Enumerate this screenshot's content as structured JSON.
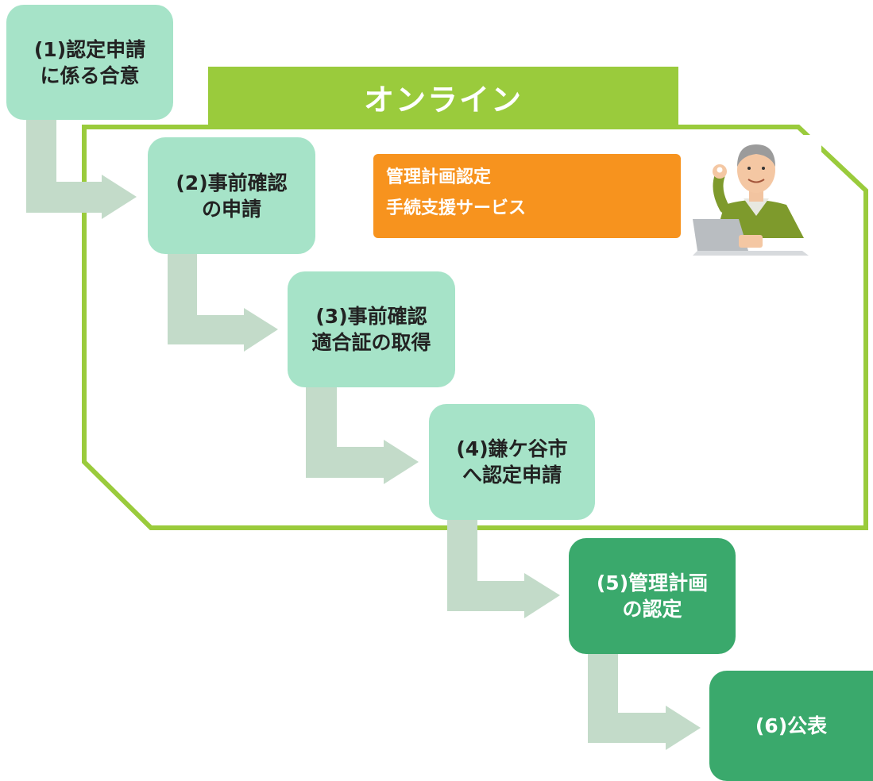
{
  "banner": {
    "label": "オンライン"
  },
  "service": {
    "line1": "管理計画認定",
    "line2": "手続支援サービス"
  },
  "steps": [
    {
      "line1": "(1)認定申請",
      "line2": "に係る合意"
    },
    {
      "line1": "(2)事前確認",
      "line2": "の申請"
    },
    {
      "line1": "(3)事前確認",
      "line2": "適合証の取得"
    },
    {
      "line1": "(4)鎌ケ谷市",
      "line2": "へ認定申請"
    },
    {
      "line1": "(5)管理計画",
      "line2": "の認定"
    },
    {
      "line1": "(6)公表"
    }
  ],
  "colors": {
    "step_light": "#a6e3c8",
    "step_dark": "#3aa96c",
    "arrow": "#c3dbc9",
    "online_green": "#9acb3c",
    "service_orange": "#f7931e"
  },
  "icons": [
    "elbow-arrow-icon",
    "person-laptop-illustration"
  ]
}
